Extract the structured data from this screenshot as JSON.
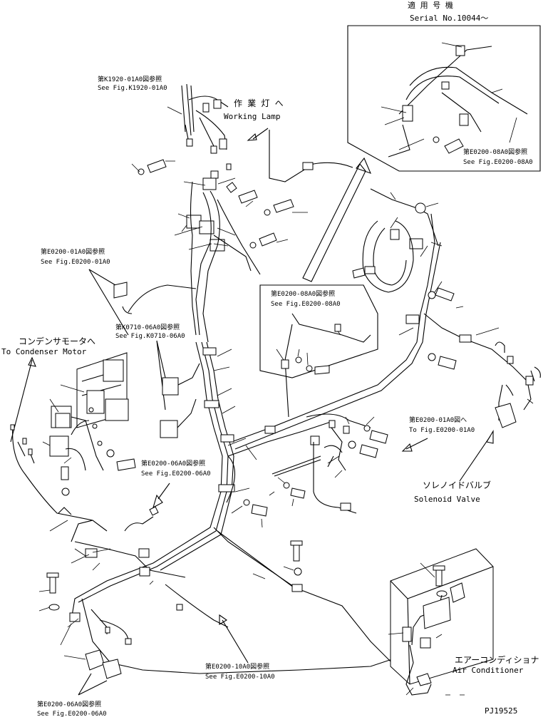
{
  "header": {
    "applicable_models_jp": "適 用 号 機",
    "serial": "Serial No.10044～"
  },
  "references": {
    "k1920": {
      "jp": "第K1920-01A0図参照",
      "en": "See Fig.K1920-01A0"
    },
    "e0200_01_top": {
      "jp": "第E0200-01A0図参照",
      "en": "See Fig.E0200-01A0"
    },
    "k0710": {
      "jp": "第K0710-06A0図参照",
      "en": "See Fig.K0710-06A0"
    },
    "e0200_08_inset": {
      "jp": "第E0200-08A0図参照",
      "en": "See Fig.E0200-08A0"
    },
    "e0200_08_center": {
      "jp": "第E0200-08A0図参照",
      "en": "See Fig.E0200-08A0"
    },
    "e0200_01_to": {
      "jp": "第E0200-01A0図へ",
      "en": "To Fig.E0200-01A0"
    },
    "e0200_06_mid": {
      "jp": "第E0200-06A0図参照",
      "en": "See Fig.E0200-06A0"
    },
    "e0200_10": {
      "jp": "第E0200-10A0図参照",
      "en": "See Fig.E0200-10A0"
    },
    "e0200_06_bottom": {
      "jp": "第E0200-06A0図参照",
      "en": "See Fig.E0200-06A0"
    }
  },
  "components": {
    "working_lamp": {
      "jp": "作 業 灯 へ",
      "en": "Working Lamp"
    },
    "condenser_motor": {
      "jp": "コンデンサモータへ",
      "en": "To Condenser Motor"
    },
    "solenoid_valve": {
      "jp": "ソレノイドバルブ",
      "en": "Solenoid Valve"
    },
    "air_conditioner": {
      "jp": "エアーコンディショナ",
      "en": "Air Conditioner"
    }
  },
  "drawing_number": "PJ19525"
}
